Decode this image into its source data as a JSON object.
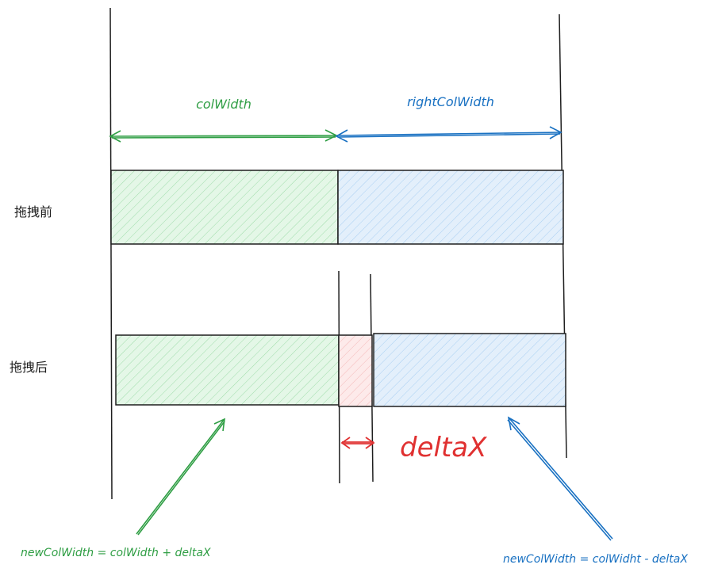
{
  "labels": {
    "col_width": "colWidth",
    "right_col_width": "rightColWidth",
    "before_drag": "拖拽前",
    "after_drag": "拖拽后",
    "delta_x": "deltaX",
    "formula_left": "newColWidth = colWidth + deltaX",
    "formula_right": "newColWidth = colWidht - deltaX"
  },
  "colors": {
    "green": "#2f9e44",
    "green_fill": "#d8f5dc",
    "blue": "#1971c2",
    "blue_fill": "#d6eafc",
    "red": "#e03131",
    "red_fill": "#fbe0e0",
    "stroke": "#1e1e1e"
  }
}
